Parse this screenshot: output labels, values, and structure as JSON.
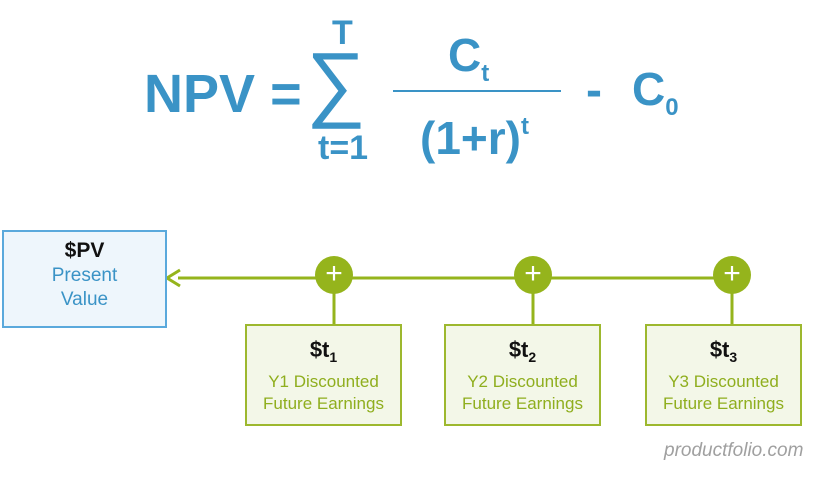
{
  "formula": {
    "lhs": "NPV",
    "equals": "=",
    "sigma": "∑",
    "upper_limit": "T",
    "lower_limit": "t=1",
    "numerator_base": "C",
    "numerator_sub": "t",
    "denominator_base": "(1+r)",
    "denominator_exp": "t",
    "minus": "-",
    "c0_base": "C",
    "c0_sub": "0"
  },
  "present_value": {
    "title": "$PV",
    "line1": "Present",
    "line2": "Value"
  },
  "cash_flows": [
    {
      "title": "$t",
      "sub": "1",
      "line1": "Y1 Discounted",
      "line2": "Future Earnings"
    },
    {
      "title": "$t",
      "sub": "2",
      "line1": "Y2 Discounted",
      "line2": "Future Earnings"
    },
    {
      "title": "$t",
      "sub": "3",
      "line1": "Y3 Discounted",
      "line2": "Future Earnings"
    }
  ],
  "plus_symbol": "+",
  "watermark": "productfolio.com",
  "colors": {
    "formula_blue": "#3a93c6",
    "pv_border": "#5aa9dc",
    "pv_fill": "#eef6fc",
    "green": "#95b41c",
    "green_fill": "#f3f7e8"
  }
}
